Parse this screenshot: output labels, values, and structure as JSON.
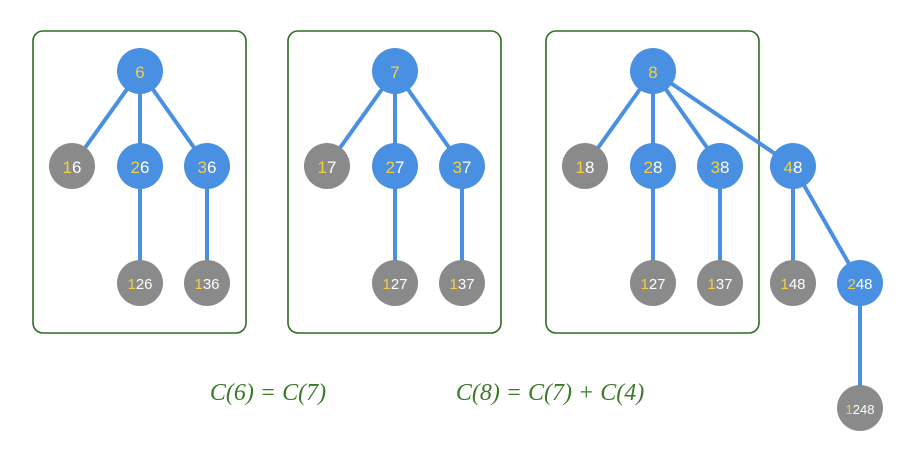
{
  "colors": {
    "blue_node": "#4a90e2",
    "gray_node": "#8a8a8a",
    "edge": "#4a90e2",
    "highlight_digit": "#f4d03f",
    "box_border": "#2e6b23",
    "formula_text": "#3b7a2a"
  },
  "trees": [
    {
      "nodes": [
        {
          "id": "6",
          "hl": "6",
          "rest": "",
          "color": "blue"
        },
        {
          "id": "16",
          "hl": "1",
          "rest": "6",
          "color": "gray"
        },
        {
          "id": "26",
          "hl": "2",
          "rest": "6",
          "color": "blue"
        },
        {
          "id": "36",
          "hl": "3",
          "rest": "6",
          "color": "blue"
        },
        {
          "id": "126",
          "hl": "1",
          "rest": "26",
          "color": "gray"
        },
        {
          "id": "136",
          "hl": "1",
          "rest": "36",
          "color": "gray"
        }
      ],
      "edges": [
        [
          "6",
          "16"
        ],
        [
          "6",
          "26"
        ],
        [
          "6",
          "36"
        ],
        [
          "26",
          "126"
        ],
        [
          "36",
          "136"
        ]
      ]
    },
    {
      "nodes": [
        {
          "id": "7",
          "hl": "7",
          "rest": "",
          "color": "blue"
        },
        {
          "id": "17",
          "hl": "1",
          "rest": "7",
          "color": "gray"
        },
        {
          "id": "27",
          "hl": "2",
          "rest": "7",
          "color": "blue"
        },
        {
          "id": "37",
          "hl": "3",
          "rest": "7",
          "color": "blue"
        },
        {
          "id": "127",
          "hl": "1",
          "rest": "27",
          "color": "gray"
        },
        {
          "id": "137",
          "hl": "1",
          "rest": "37",
          "color": "gray"
        }
      ],
      "edges": [
        [
          "7",
          "17"
        ],
        [
          "7",
          "27"
        ],
        [
          "7",
          "37"
        ],
        [
          "27",
          "127"
        ],
        [
          "37",
          "137"
        ]
      ]
    },
    {
      "nodes": [
        {
          "id": "8",
          "hl": "8",
          "rest": "",
          "color": "blue"
        },
        {
          "id": "18",
          "hl": "1",
          "rest": "8",
          "color": "gray"
        },
        {
          "id": "28",
          "hl": "2",
          "rest": "8",
          "color": "blue"
        },
        {
          "id": "38",
          "hl": "3",
          "rest": "8",
          "color": "blue"
        },
        {
          "id": "48",
          "hl": "4",
          "rest": "8",
          "color": "blue"
        },
        {
          "id": "127b",
          "hl": "1",
          "rest": "27",
          "color": "gray"
        },
        {
          "id": "137b",
          "hl": "1",
          "rest": "37",
          "color": "gray"
        },
        {
          "id": "148",
          "hl": "1",
          "rest": "48",
          "color": "gray"
        },
        {
          "id": "248",
          "hl": "2",
          "rest": "48",
          "color": "blue"
        },
        {
          "id": "1248",
          "hl": "1",
          "rest": "248",
          "color": "gray"
        }
      ],
      "edges": [
        [
          "8",
          "18"
        ],
        [
          "8",
          "28"
        ],
        [
          "8",
          "38"
        ],
        [
          "8",
          "48"
        ],
        [
          "28",
          "127b"
        ],
        [
          "38",
          "137b"
        ],
        [
          "48",
          "148"
        ],
        [
          "48",
          "248"
        ],
        [
          "248",
          "1248"
        ]
      ]
    }
  ],
  "formulas": [
    {
      "text": "C(6) = C(7)"
    },
    {
      "text": "C(8) = C(7) + C(4)"
    }
  ]
}
